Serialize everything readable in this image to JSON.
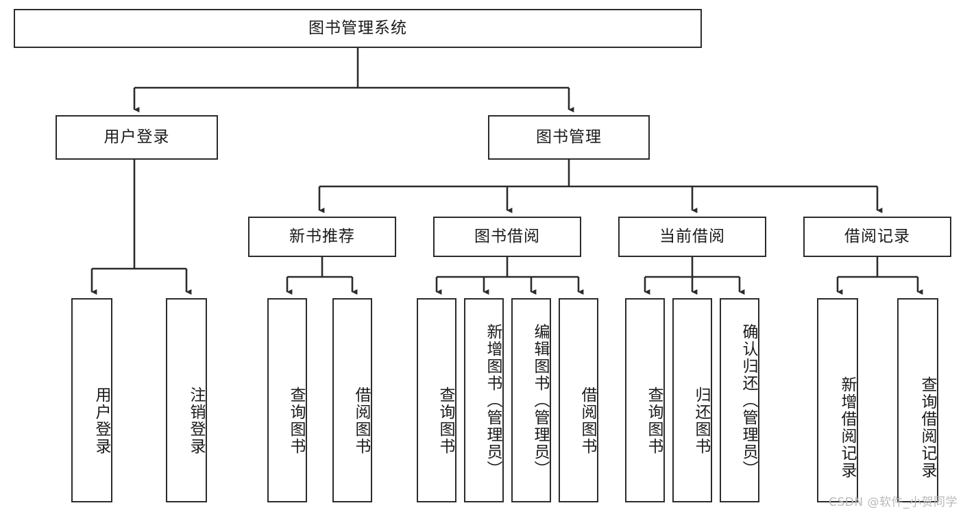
{
  "diagram": {
    "title": "图书管理系统",
    "type": "tree-hierarchy-chart",
    "root": {
      "label": "图书管理系统"
    },
    "level2": [
      {
        "label": "用户登录"
      },
      {
        "label": "图书管理"
      }
    ],
    "level3": [
      {
        "label": "新书推荐"
      },
      {
        "label": "图书借阅"
      },
      {
        "label": "当前借阅"
      },
      {
        "label": "借阅记录"
      }
    ],
    "leaves_user_login": [
      {
        "label": "用户登录"
      },
      {
        "label": "注销登录"
      }
    ],
    "leaves_new_book": [
      {
        "label": "查询图书"
      },
      {
        "label": "借阅图书"
      }
    ],
    "leaves_book_borrow": [
      {
        "label": "查询图书"
      },
      {
        "label": "新增图书（管理员）"
      },
      {
        "label": "编辑图书（管理员）"
      },
      {
        "label": "借阅图书"
      }
    ],
    "leaves_current_borrow": [
      {
        "label": "查询图书"
      },
      {
        "label": "归还图书"
      },
      {
        "label": "确认归还（管理员）"
      }
    ],
    "leaves_borrow_record": [
      {
        "label": "新增借阅记录"
      },
      {
        "label": "查询借阅记录"
      }
    ]
  },
  "watermark": {
    "text": "CSDN @软件_小贺同学"
  },
  "colors": {
    "stroke": "#2b2b2b",
    "background": "#ffffff",
    "text": "#1a1a1a",
    "watermark": "#b9b9b9"
  }
}
